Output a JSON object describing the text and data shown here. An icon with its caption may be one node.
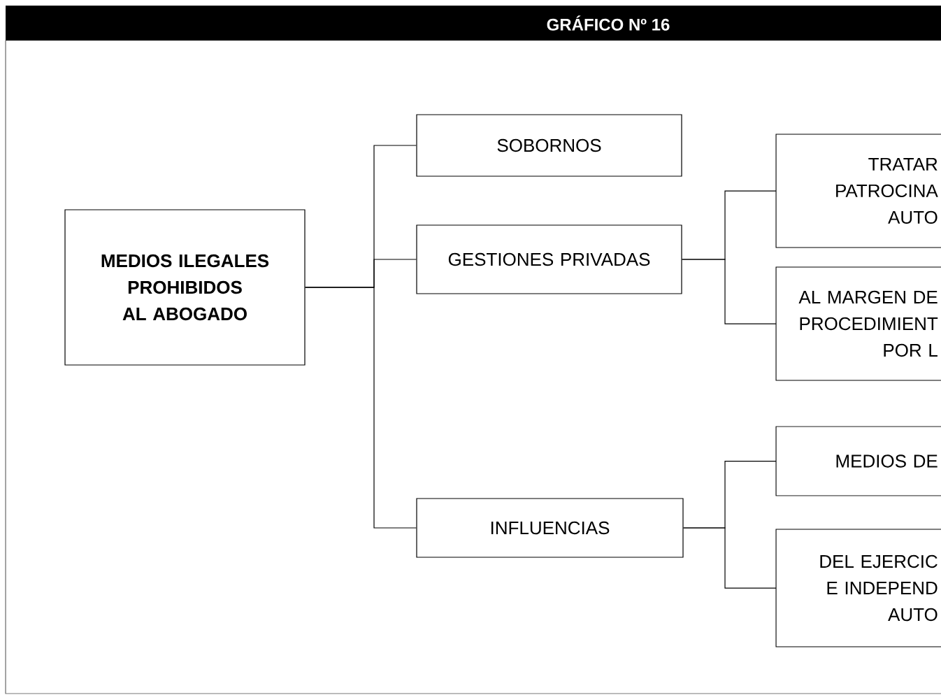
{
  "diagram": {
    "title": "GRÁFICO Nº 16",
    "nodes": [
      {
        "text": [
          "MEDIOS ILEGALES PROHIBIDOS AL ABOGADO"
        ]
      },
      {
        "text": [
          "SOBORNOS"
        ]
      },
      {
        "text": [
          "GESTIONES PRIVADAS"
        ]
      },
      {
        "text": [
          "INFLUENCIAS"
        ]
      },
      {
        "text": [
          "TRATAR PATROCINA AUTO"
        ]
      },
      {
        "text": [
          "AL MARGEN DE PROCEDIMIENT POR L"
        ]
      },
      {
        "text": [
          "MEDIOS DE"
        ]
      },
      {
        "text": [
          "DEL EJERCIC E INDEPEND AUTO"
        ]
      }
    ],
    "edges": [
      {
        "from": 0,
        "to": 1,
        "arrow": "none"
      },
      {
        "from": 0,
        "to": 2,
        "arrow": "none"
      },
      {
        "from": 0,
        "to": 3,
        "arrow": "none"
      },
      {
        "from": 2,
        "to": 4,
        "arrow": "none"
      },
      {
        "from": 2,
        "to": 5,
        "arrow": "none"
      },
      {
        "from": 3,
        "to": 6,
        "arrow": "none"
      },
      {
        "from": 3,
        "to": 7,
        "arrow": "none"
      }
    ]
  }
}
